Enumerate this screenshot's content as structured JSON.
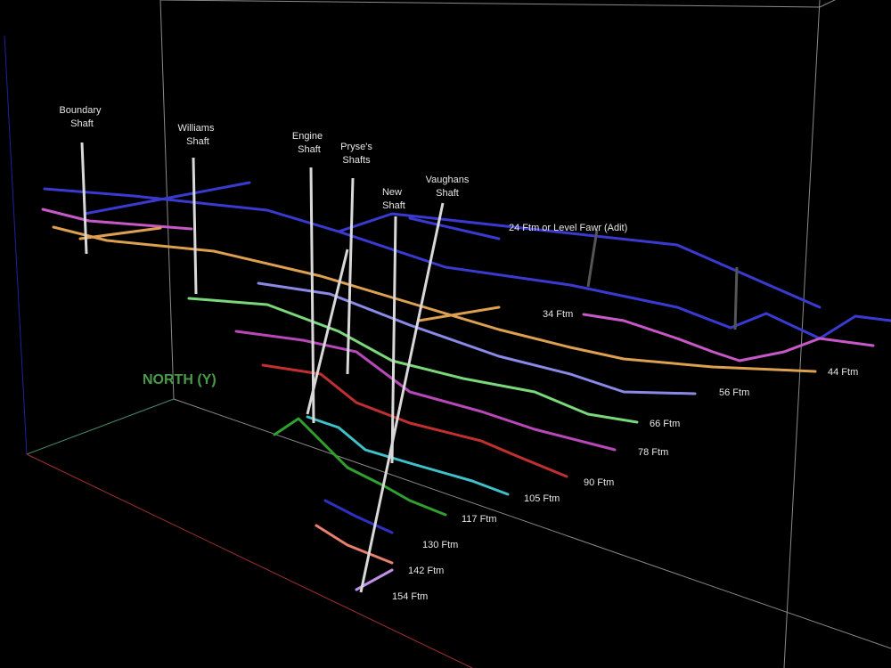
{
  "axis_label": "NORTH (Y)",
  "shafts": [
    {
      "line1": "Boundary",
      "line2": "Shaft"
    },
    {
      "line1": "Williams",
      "line2": "Shaft"
    },
    {
      "line1": "Engine",
      "line2": "Shaft"
    },
    {
      "line1": "Pryse's",
      "line2": "Shafts"
    },
    {
      "line1": "New",
      "line2": "Shaft"
    },
    {
      "line1": "Vaughans",
      "line2": "Shaft"
    }
  ],
  "levels": [
    {
      "label": "24 Ftm or Level Fawr (Adit)",
      "color": "#3a3ad0"
    },
    {
      "label": "34 Ftm",
      "color": "#c858c8"
    },
    {
      "label": "44 Ftm",
      "color": "#dca050"
    },
    {
      "label": "56 Ftm",
      "color": "#8a8ae6"
    },
    {
      "label": "66 Ftm",
      "color": "#7ad87a"
    },
    {
      "label": "78 Ftm",
      "color": "#b848b8"
    },
    {
      "label": "90 Ftm",
      "color": "#c03030"
    },
    {
      "label": "105 Ftm",
      "color": "#40c0c8"
    },
    {
      "label": "117 Ftm",
      "color": "#30a030"
    },
    {
      "label": "130 Ftm",
      "color": "#3030c0"
    },
    {
      "label": "142 Ftm",
      "color": "#e88070"
    },
    {
      "label": "154 Ftm",
      "color": "#c090e8"
    }
  ]
}
